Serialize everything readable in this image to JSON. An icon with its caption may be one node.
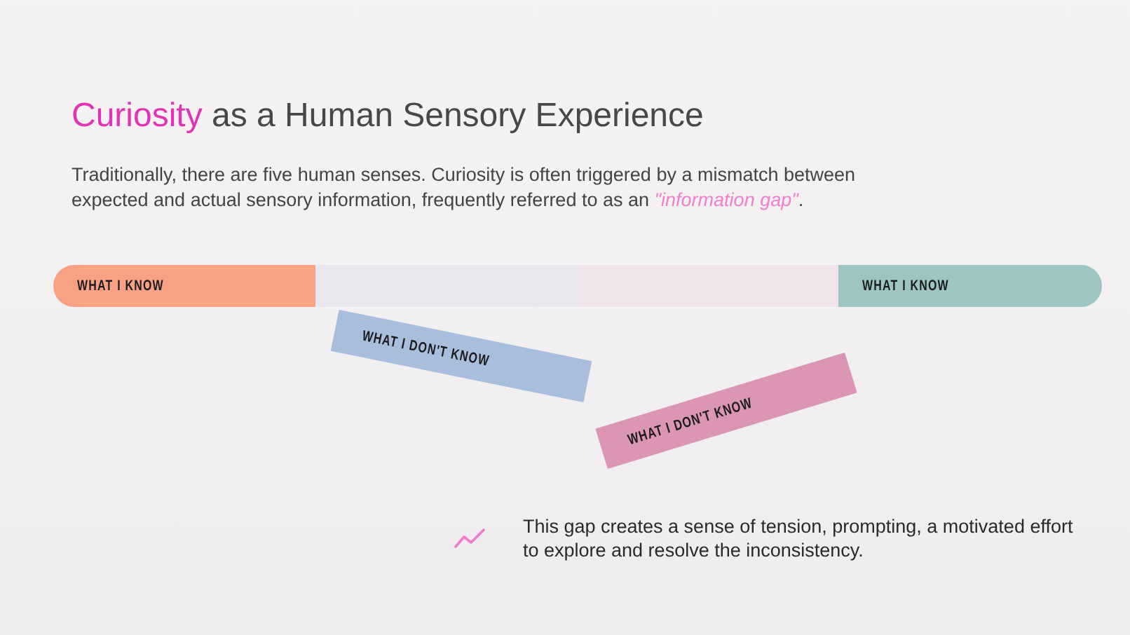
{
  "diagram": {
    "title": "Curiosity as a Human Sensory Experience",
    "nodes": [
      {
        "text": [
          "WHAT I KNOW"
        ]
      },
      {
        "text": [],
        "shape": "bar"
      },
      {
        "text": [],
        "shape": "bar"
      },
      {
        "text": [
          "WHAT I KNOW"
        ]
      },
      {
        "text": [
          "WHAT I DON'T KNOW"
        ]
      },
      {
        "text": [
          "WHAT I DON'T KNOW"
        ]
      }
    ],
    "labels": [
      "Traditionally, there are five human senses. Curiosity is often triggered by a mismatch between expected and actual sensory information, frequently referred to as an *\"information gap\"*.",
      "This gap creates a sense of tension, prompting, a motivated effort to explore and resolve the inconsistency."
    ]
  }
}
